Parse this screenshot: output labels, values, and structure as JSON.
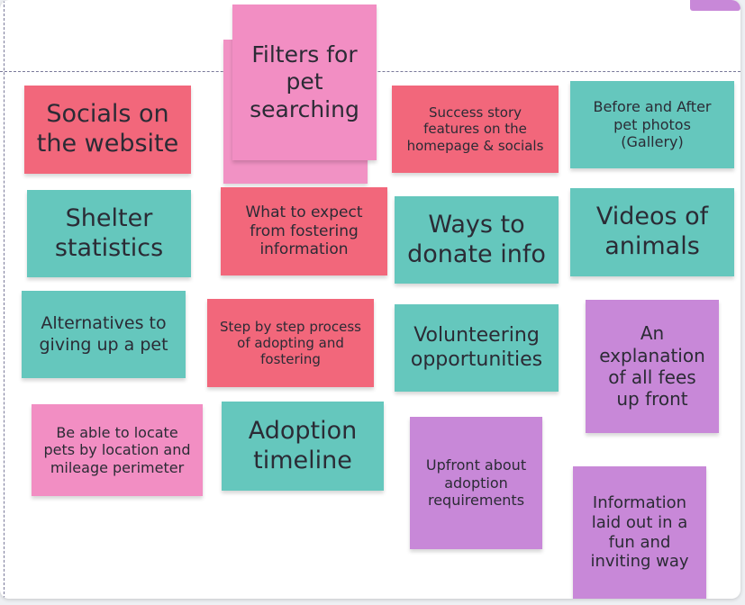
{
  "board": {
    "notes": [
      {
        "id": "filters",
        "text": "Filters for pet searching",
        "color": "pink"
      },
      {
        "id": "socials",
        "text": "Socials on the website",
        "color": "red"
      },
      {
        "id": "success",
        "text": "Success story features on the homepage & socials",
        "color": "red"
      },
      {
        "id": "before-after",
        "text": "Before and After pet photos (Gallery)",
        "color": "teal"
      },
      {
        "id": "shelter",
        "text": "Shelter statistics",
        "color": "teal"
      },
      {
        "id": "expect",
        "text": "What to expect from fostering information",
        "color": "red"
      },
      {
        "id": "donate",
        "text": "Ways to donate info",
        "color": "teal"
      },
      {
        "id": "videos",
        "text": "Videos of animals",
        "color": "teal"
      },
      {
        "id": "alternatives",
        "text": "Alternatives to giving up a pet",
        "color": "teal"
      },
      {
        "id": "step",
        "text": "Step by step process of adopting and fostering",
        "color": "red"
      },
      {
        "id": "volunteer",
        "text": "Volunteering opportunities",
        "color": "teal"
      },
      {
        "id": "fees",
        "text": "An explanation of all fees up front",
        "color": "purple"
      },
      {
        "id": "locate",
        "text": "Be able to locate pets by location and mileage perimeter",
        "color": "pink"
      },
      {
        "id": "timeline",
        "text": "Adoption timeline",
        "color": "teal"
      },
      {
        "id": "upfront",
        "text": "Upfront about adoption requirements",
        "color": "purple"
      },
      {
        "id": "info-fun",
        "text": "Information laid out in a fun and inviting way",
        "color": "purple"
      }
    ]
  },
  "colors": {
    "pink": "#f28ec3",
    "red": "#f2677b",
    "teal": "#65c7bd",
    "purple": "#c888d8"
  }
}
